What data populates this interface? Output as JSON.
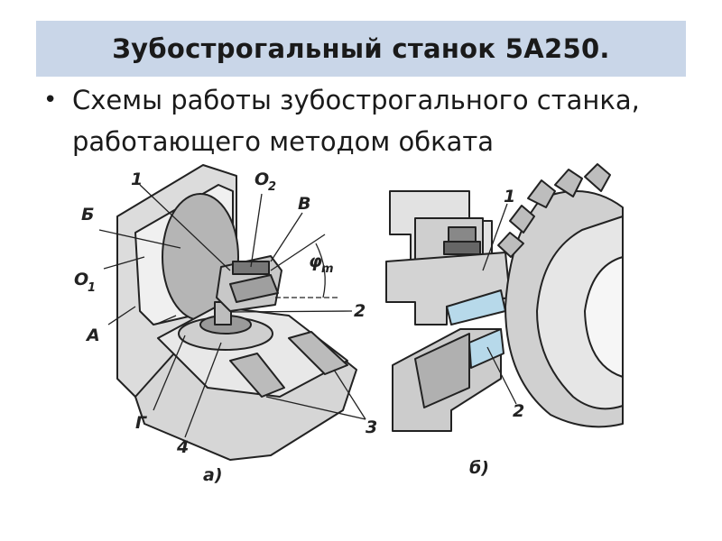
{
  "slide": {
    "title": "Зубострогальный станок 5А250.",
    "bullet": "Схемы работы зубострогального станка, работающего методом обката"
  },
  "figure": {
    "left_labels": {
      "one": "1",
      "o2": "O",
      "o2_sub": "2",
      "b_cap": "В",
      "b": "Б",
      "phi": "φ",
      "phi_sub": "m",
      "o1": "O",
      "o1_sub": "1",
      "two": "2",
      "a": "А",
      "g": "Г",
      "four": "4",
      "three": "3",
      "caption": "а)"
    },
    "right_labels": {
      "one": "1",
      "two": "2",
      "caption": "б)"
    }
  }
}
